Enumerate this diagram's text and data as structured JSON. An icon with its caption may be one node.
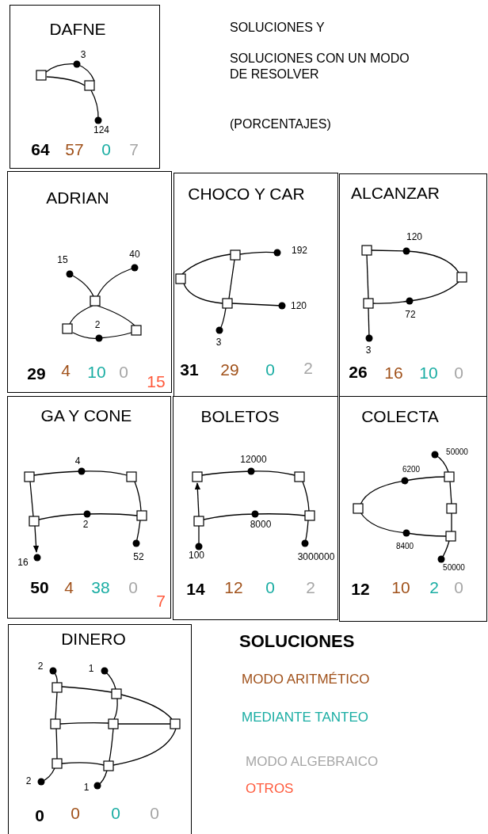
{
  "diagram": {
    "nodes": [
      {
        "text": [
          "DAFNE",
          "3",
          "124",
          "64",
          "57",
          "0",
          "7"
        ]
      },
      {
        "text": [
          "ADRIAN",
          "15",
          "40",
          "2",
          "29",
          "4",
          "10",
          "0",
          "15"
        ]
      },
      {
        "text": [
          "CHOCO Y CAR",
          "192",
          "120",
          "3",
          "31",
          "29",
          "0",
          "2"
        ]
      },
      {
        "text": [
          "ALCANZAR",
          "120",
          "72",
          "3",
          "26",
          "16",
          "10",
          "0"
        ]
      },
      {
        "text": [
          "GA Y CONE",
          "4",
          "2",
          "16",
          "52",
          "50",
          "4",
          "38",
          "0",
          "7"
        ]
      },
      {
        "text": [
          "BOLETOS",
          "12000",
          "8000",
          "100",
          "3000000",
          "14",
          "12",
          "0",
          "2"
        ]
      },
      {
        "text": [
          "COLECTA",
          "50000",
          "6200",
          "8400",
          "50000",
          "12",
          "10",
          "2",
          "0"
        ]
      },
      {
        "text": [
          "DINERO",
          "2",
          "1",
          "2",
          "1",
          "0",
          "0",
          "0",
          "0"
        ]
      }
    ],
    "edges": [],
    "labels": [
      "SOLUCIONES Y",
      "SOLUCIONES CON UN MODO DE RESOLVER",
      "(PORCENTAJES)",
      "SOLUCIONES"
    ],
    "legend": [
      {
        "text": "MODO ARITMÉTICO",
        "color": "#a0511a"
      },
      {
        "text": "MEDIANTE TANTEO",
        "color": "#1aada3"
      },
      {
        "text": "MODO ALGEBRAICO",
        "color": "#a6a6a6"
      },
      {
        "text": "OTROS",
        "color": "#ff5a3c"
      }
    ]
  }
}
